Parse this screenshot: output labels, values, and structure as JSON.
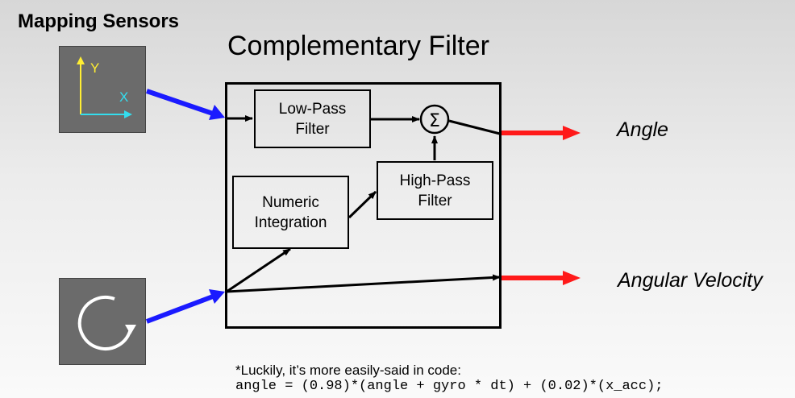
{
  "header": {
    "title": "Mapping Sensors"
  },
  "diagram": {
    "title": "Complementary Filter",
    "blocks": {
      "low_pass": "Low-Pass\nFilter",
      "high_pass": "High-Pass\nFilter",
      "integration": "Numeric\nIntegration",
      "sum_symbol": "Σ"
    },
    "sensors": {
      "accelerometer": {
        "axis_y": "Y",
        "axis_x": "X",
        "icon": "xy-axes-icon"
      },
      "gyroscope": {
        "icon": "rotation-arrow-icon"
      }
    },
    "outputs": {
      "angle": "Angle",
      "angular_velocity": "Angular Velocity"
    }
  },
  "footer": {
    "note": "*Luckily, it’s more easily-said in code:",
    "code": "angle = (0.98)*(angle + gyro * dt) + (0.02)*(x_acc);"
  },
  "colors": {
    "input_arrow": "#1a1aff",
    "output_arrow": "#ff1a1a",
    "axis_y": "#ffee33",
    "axis_x": "#33ddee",
    "sensor_bg": "#6b6b6b"
  }
}
